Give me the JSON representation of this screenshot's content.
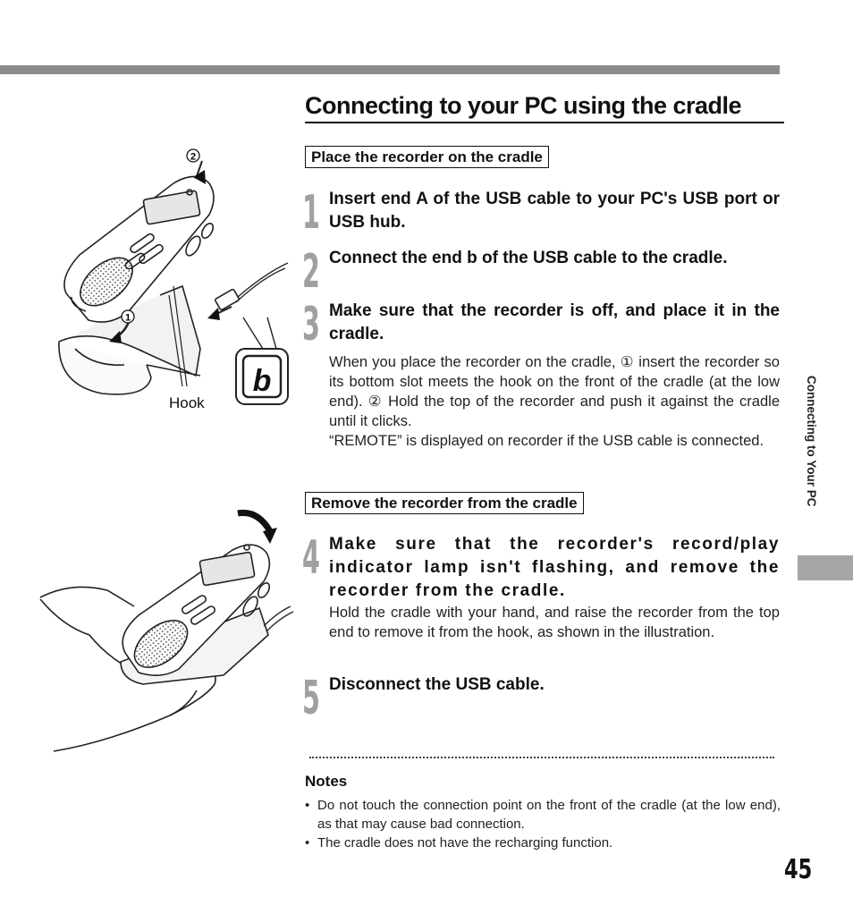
{
  "page": {
    "title": "Connecting to your PC using the cradle",
    "side_tab": "Connecting to Your PC",
    "page_number": "45"
  },
  "sections": [
    {
      "heading": "Place the recorder on the cradle"
    },
    {
      "heading": "Remove the recorder from the cradle"
    }
  ],
  "steps": [
    {
      "number": "1",
      "title": "Insert end A of the USB cable to your PC's USB port or USB hub."
    },
    {
      "number": "2",
      "title": "Connect the end b of the USB cable to the cradle."
    },
    {
      "number": "3",
      "title": "Make sure that the recorder is off, and place it in the cradle.",
      "body": "When you place the recorder on the cradle, ① insert the recorder so its bottom slot meets the hook on the front of the cradle (at the low end). ② Hold the top of the recorder and push it against the cradle until it clicks.",
      "body2": "“REMOTE” is displayed on recorder if the USB cable is connected."
    },
    {
      "number": "4",
      "title": "Make sure that the recorder's record/play indicator lamp isn't flashing, and remove the recorder from the cradle.",
      "body": "Hold the cradle with your hand, and raise the recorder from the top end to remove it from the hook, as shown in the illustration."
    },
    {
      "number": "5",
      "title": "Disconnect the USB cable."
    }
  ],
  "notes": {
    "title": "Notes",
    "items": [
      "Do not touch the connection point on the front of the cradle (at the low end), as that may cause bad connection.",
      "The cradle does not have the recharging function."
    ]
  },
  "figure1": {
    "hook_label": "Hook",
    "callout_1": "1",
    "callout_2": "2",
    "plug_letter": "b"
  }
}
